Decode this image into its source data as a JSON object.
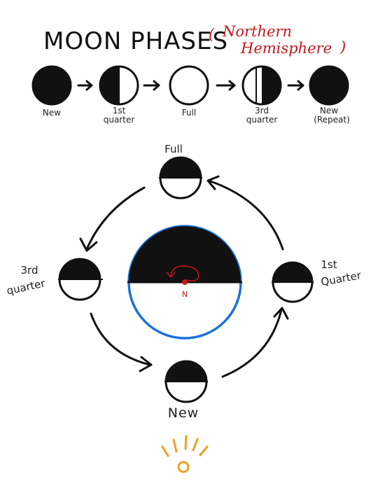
{
  "title": "MOON PHASES",
  "subtitle_open": "(",
  "subtitle_line1": "Northern",
  "subtitle_line2": "Hemisphere",
  "subtitle_close": ")",
  "phase_sequence": [
    {
      "name": "new",
      "label_lines": [
        "New"
      ]
    },
    {
      "name": "first-quarter",
      "label_lines": [
        "1st",
        "quarter"
      ]
    },
    {
      "name": "full",
      "label_lines": [
        "Full"
      ]
    },
    {
      "name": "third-quarter",
      "label_lines": [
        "3rd",
        "quarter"
      ]
    },
    {
      "name": "new-repeat",
      "label_lines": [
        "New",
        "(Repeat)"
      ]
    }
  ],
  "orbit": {
    "full_label": "Full",
    "third_quarter_label_line1": "3rd",
    "third_quarter_label_line2": "quarter",
    "first_quarter_label_line1": "1st",
    "first_quarter_label_line2": "Quarter",
    "new_label": "New",
    "earth_pole_label": "N"
  },
  "colors": {
    "ink": "#111111",
    "accent_red": "#c8161d",
    "earth_outline": "#1a73d9",
    "sun": "#f0a020"
  },
  "icons": [
    "arrow-right-icon",
    "curved-arrow-icon",
    "rotation-arrow-icon",
    "sun-icon"
  ]
}
